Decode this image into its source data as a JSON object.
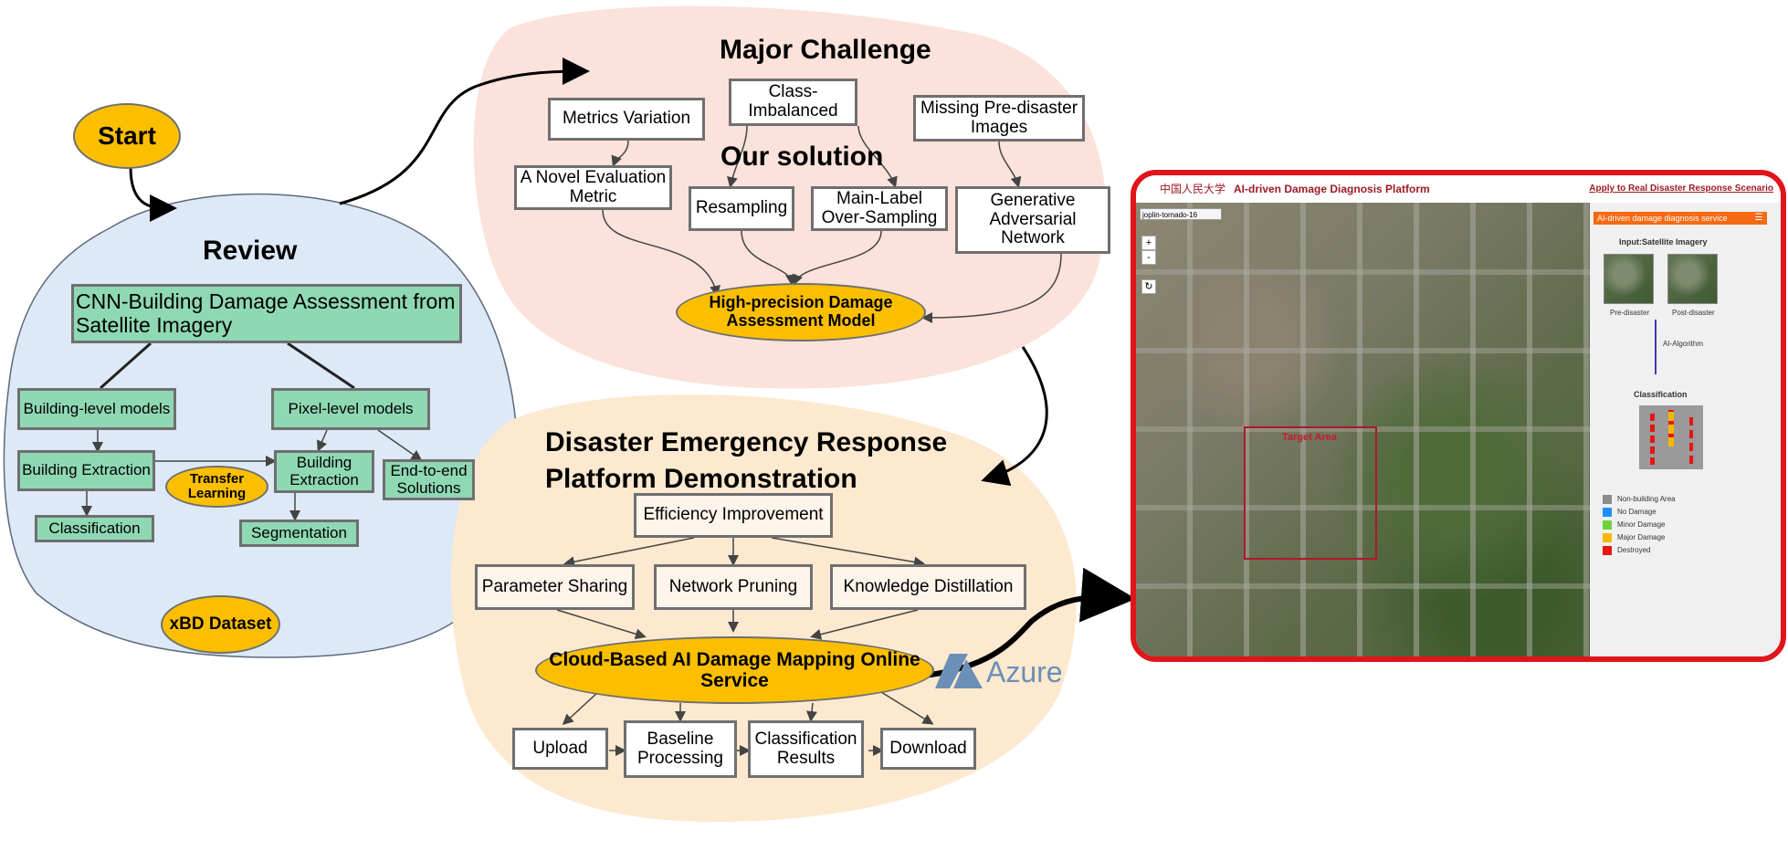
{
  "colors": {
    "review_bg": "#dde9f7",
    "challenge_bg": "#fbe2da",
    "platform_bg": "#fde9cf",
    "green_box": "#8fd8b4",
    "ellipse_fill": "#fbbf00",
    "shot_border": "#e0151b",
    "azure": "#6b8fb6"
  },
  "start": "Start",
  "review": {
    "title": "Review",
    "main": "CNN-Building Damage Assessment from Satellite Imagery",
    "building_models": "Building-level models",
    "pixel_models": "Pixel-level models",
    "building_extraction_left": "Building Extraction",
    "building_extraction_right": "Building Extraction",
    "transfer_learning": "Transfer Learning",
    "end_to_end": "End-to-end Solutions",
    "classification": "Classification",
    "segmentation": "Segmentation",
    "dataset": "xBD Dataset"
  },
  "challenge": {
    "title": "Major Challenge",
    "solution_title": "Our solution",
    "metrics_variation": "Metrics Variation",
    "class_imbalanced": "Class-Imbalanced",
    "missing_pre": "Missing Pre-disaster Images",
    "novel_metric": "A Novel Evaluation Metric",
    "resampling": "Resampling",
    "main_label": "Main-Label Over-Sampling",
    "gan": "Generative Adversarial Network",
    "model": "High-precision Damage Assessment Model"
  },
  "platform": {
    "title_line1": "Disaster Emergency Response",
    "title_line2": "Platform Demonstration",
    "efficiency": "Efficiency Improvement",
    "parameter_sharing": "Parameter Sharing",
    "network_pruning": "Network Pruning",
    "knowledge_distillation": "Knowledge Distillation",
    "service": "Cloud-Based AI Damage Mapping Online Service",
    "azure": "Azure",
    "upload": "Upload",
    "baseline": "Baseline Processing",
    "classification_results": "Classification Results",
    "download": "Download"
  },
  "screenshot": {
    "logo": "中国人民大学",
    "title": "AI-driven Damage Diagnosis Platform",
    "apply_link": "Apply to Real Disaster Response Scenario",
    "dropdown": "joplin-tornado-16",
    "zoom_in": "+",
    "zoom_out": "-",
    "target_area": "Target Area",
    "service_title": "AI-driven damage diagnosis service",
    "input_label": "Input:Satellite Imagery",
    "pre_disaster": "Pre-disaster",
    "post_disaster": "Post-disaster",
    "algorithm": "AI-Algorithm",
    "classification": "Classification",
    "legend": [
      {
        "label": "Non-building Area",
        "color": "#8c8c8c"
      },
      {
        "label": "No Damage",
        "color": "#1e90ff"
      },
      {
        "label": "Minor Damage",
        "color": "#6fd23a"
      },
      {
        "label": "Major Damage",
        "color": "#f5b800"
      },
      {
        "label": "Destroyed",
        "color": "#e8140f"
      }
    ]
  }
}
